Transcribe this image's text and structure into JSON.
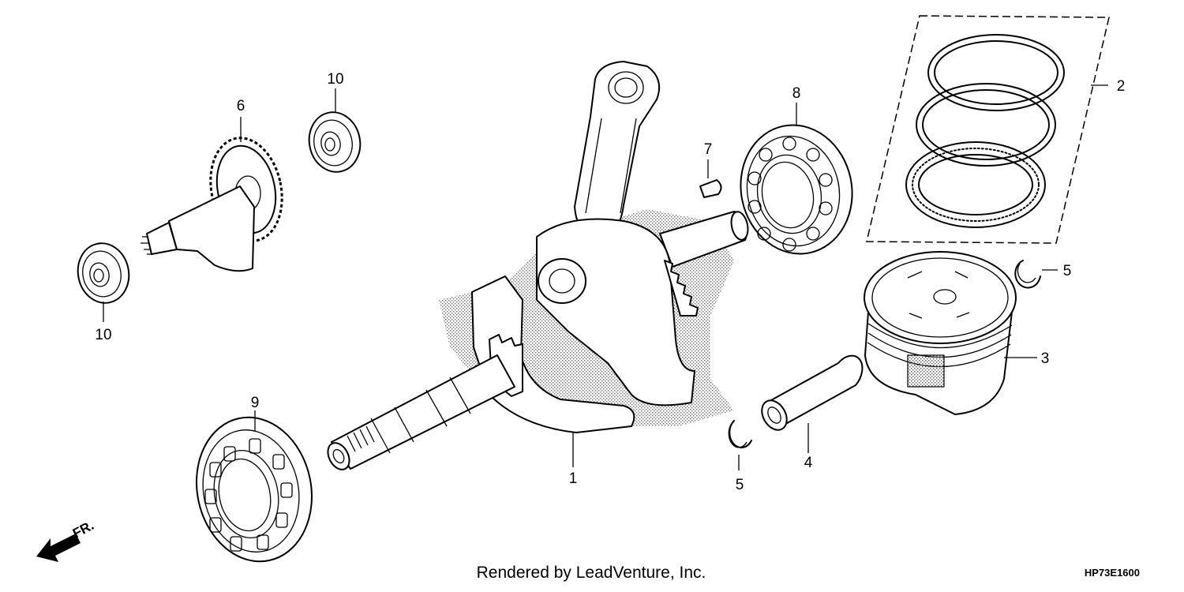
{
  "callouts": {
    "c1": "1",
    "c2": "2",
    "c3": "3",
    "c4": "4",
    "c5a": "5",
    "c5b": "5",
    "c6": "6",
    "c7": "7",
    "c8": "8",
    "c9": "9",
    "c10a": "10",
    "c10b": "10"
  },
  "front_marker": "FR.",
  "credit": "Rendered by LeadVenture, Inc.",
  "diagram_code": "HP73E1600"
}
